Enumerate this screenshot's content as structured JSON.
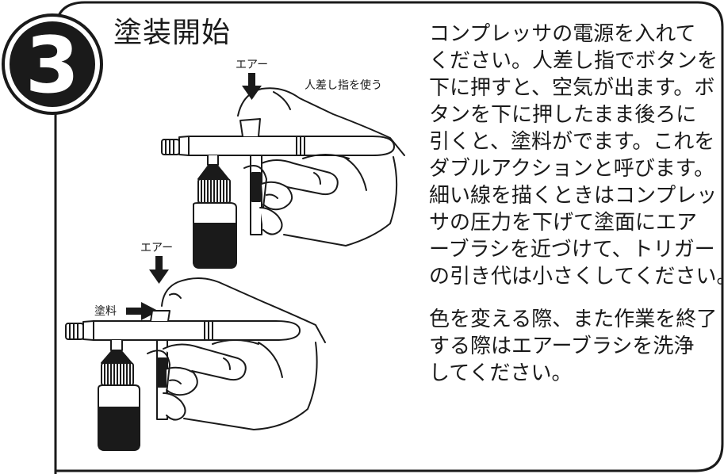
{
  "step": {
    "number": "3",
    "title": "塗装開始"
  },
  "labels": {
    "air_top": "エアー",
    "finger": "人差し指を使う",
    "air_bottom": "エアー",
    "paint": "塗料"
  },
  "instructions": {
    "paragraph1": [
      "コンプレッサの電源を入れて",
      "ください。人差し指でボタンを",
      "下に押すと、空気が出ます。ボ",
      "タンを下に押したまま後ろに",
      "引くと、塗料がでます。これを",
      "ダブルアクションと呼びます。",
      "細い線を描くときはコンプレッ",
      "サの圧力を下げて塗面にエア",
      "ーブラシを近づけて、トリガー",
      "の引き代は小さくしてください。"
    ],
    "paragraph2": [
      "色を変える際、また作業を終了",
      "する際はエアーブラシを洗浄",
      "してください。"
    ]
  },
  "colors": {
    "ink": "#1a1a1a",
    "badge_ring": "#1a1a1a",
    "badge_text": "#ffffff"
  },
  "icons": [
    "arrow-down-icon",
    "arrow-right-icon",
    "airbrush-illustration",
    "hand-illustration",
    "paint-bottle-illustration"
  ]
}
